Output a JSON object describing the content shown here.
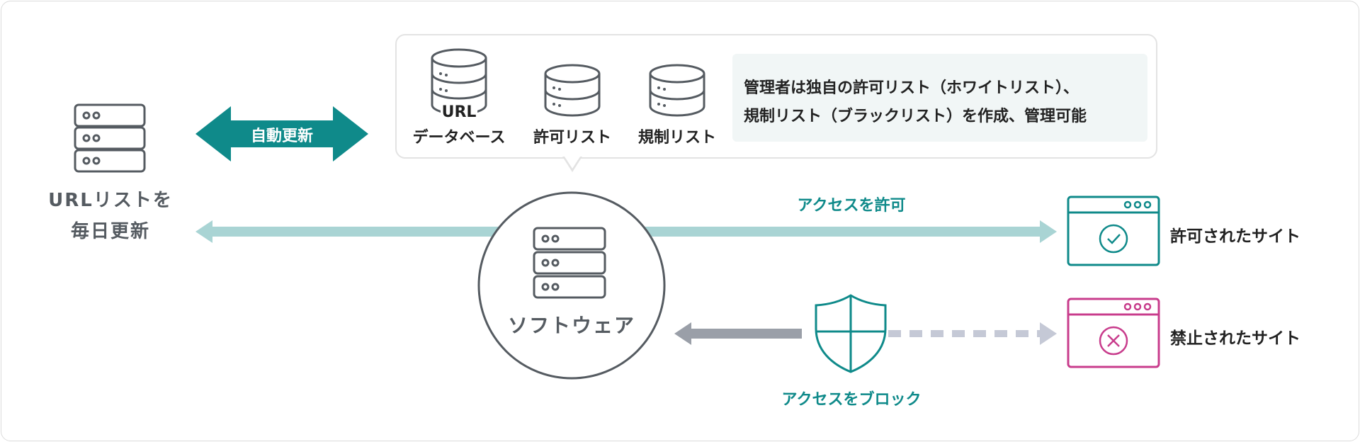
{
  "left_node": {
    "label_line1": "URLリストを",
    "label_line2": "毎日更新"
  },
  "auto_update": {
    "label": "自動更新"
  },
  "databases": [
    {
      "line1": "URL",
      "line2": "データベース"
    },
    {
      "line1": "許可リスト"
    },
    {
      "line1": "規制リスト"
    }
  ],
  "note": {
    "line1": "管理者は独自の許可リスト（ホワイトリスト）、",
    "line2": "規制リスト（ブラックリスト）を作成、管理可能"
  },
  "software": {
    "label": "ソフトウェア"
  },
  "allow": {
    "label": "アクセスを許可",
    "site_label": "許可されたサイト"
  },
  "block": {
    "label": "アクセスをブロック",
    "site_label": "禁止されたサイト"
  },
  "colors": {
    "teal": "#0f8a8a",
    "teal_light": "#a9d4d4",
    "magenta": "#c83c8c",
    "gray_icon": "#555b61",
    "gray_arrow": "#9a9fa8",
    "dash": "#c5c9d6"
  }
}
